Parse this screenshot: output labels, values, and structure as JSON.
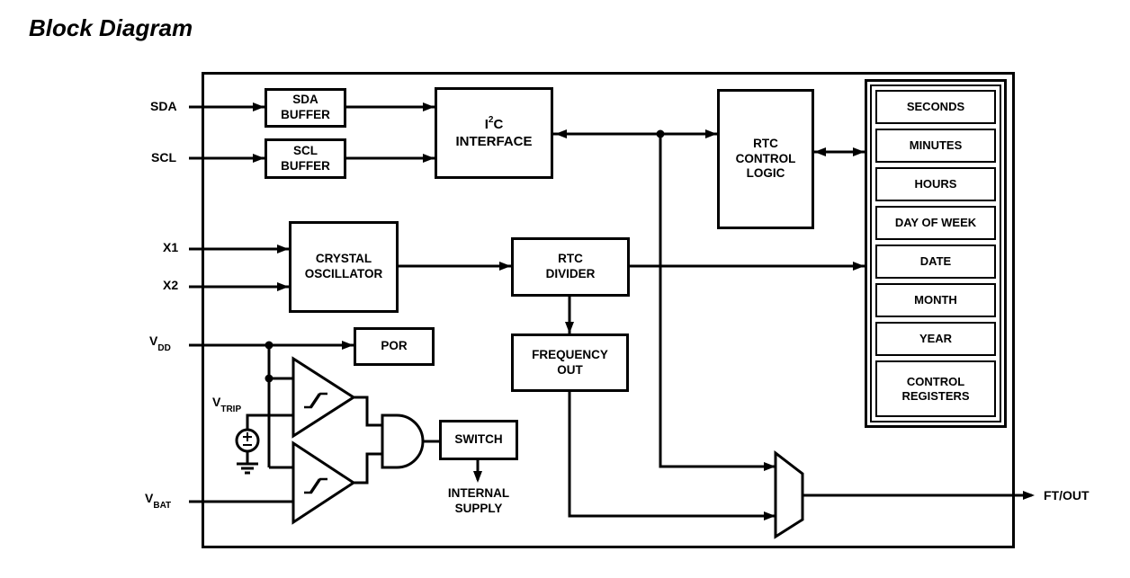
{
  "title": "Block Diagram",
  "pins": {
    "sda": "SDA",
    "scl": "SCL",
    "x1": "X1",
    "x2": "X2",
    "vdd_base": "V",
    "vdd_sub": "DD",
    "vtrip_base": "V",
    "vtrip_sub": "TRIP",
    "vbat_base": "V",
    "vbat_sub": "BAT",
    "ftout": "FT/OUT"
  },
  "blocks": {
    "sda_buffer": "SDA\nBUFFER",
    "scl_buffer": "SCL\nBUFFER",
    "i2c_pre": "I",
    "i2c_sup": "2",
    "i2c_post": "C",
    "i2c_line2": "INTERFACE",
    "rtc_control_logic": "RTC\nCONTROL\nLOGIC",
    "crystal_oscillator": "CRYSTAL\nOSCILLATOR",
    "rtc_divider": "RTC\nDIVIDER",
    "frequency_out": "FREQUENCY\nOUT",
    "por": "POR",
    "switch": "SWITCH",
    "internal_supply": "INTERNAL\nSUPPLY"
  },
  "registers": [
    "SECONDS",
    "MINUTES",
    "HOURS",
    "DAY OF WEEK",
    "DATE",
    "MONTH",
    "YEAR",
    "CONTROL\nREGISTERS"
  ],
  "colors": {
    "ink": "#000000",
    "background": "#ffffff"
  }
}
